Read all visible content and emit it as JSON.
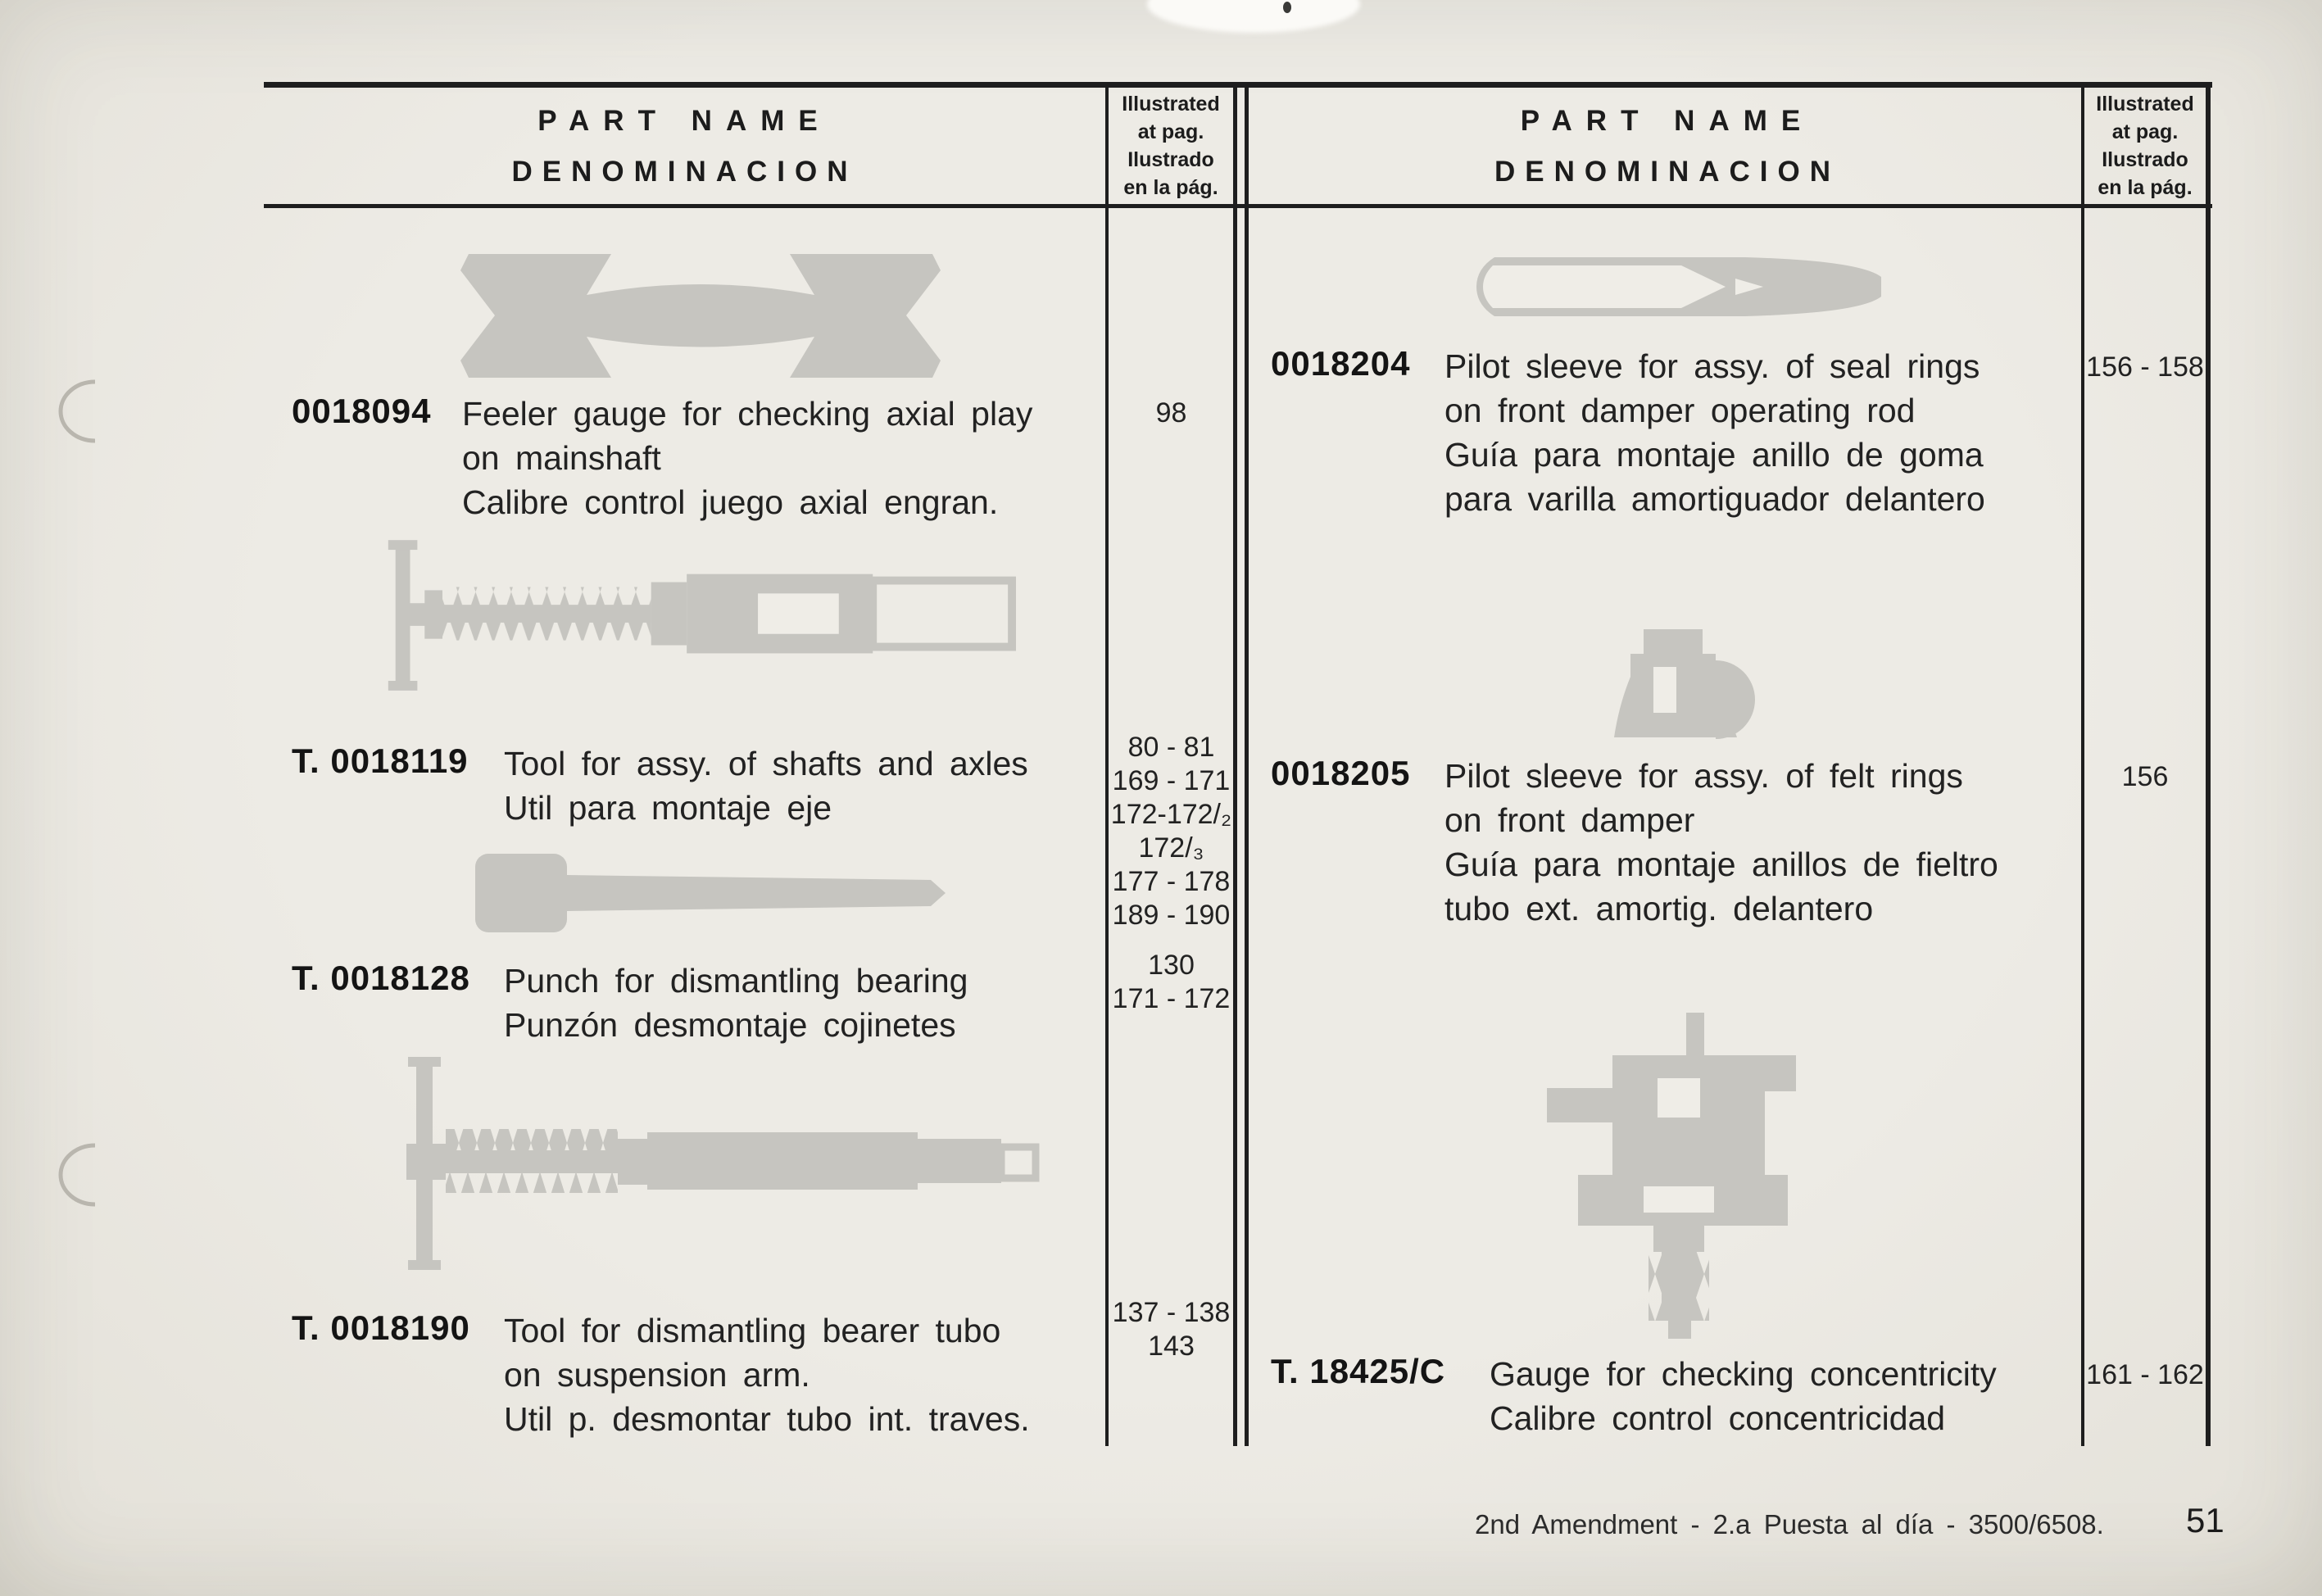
{
  "colors": {
    "ink": "#1e1e1e",
    "illustration": "#c6c5c0",
    "paper": "#eae7e0"
  },
  "headers": {
    "part_name": "PART NAME",
    "denominacion": "DENOMINACION",
    "illustrated_lines": [
      "Illustrated",
      "at pag.",
      "Ilustrado",
      "en la pág."
    ]
  },
  "left_column": {
    "rows": [
      {
        "part_number": "0018094",
        "description": [
          "Feeler gauge for checking axial play",
          "on mainshaft",
          "Calibre control juego axial engran."
        ],
        "pages": [
          "98"
        ],
        "illustration": "feeler-gauge"
      },
      {
        "part_number": "T. 0018119",
        "description": [
          "Tool for assy. of shafts and axles",
          "Util para montaje eje"
        ],
        "pages": [
          "80 - 81",
          "169 - 171",
          "172-172/₂",
          "172/₃",
          "177 - 178",
          "189 - 190"
        ],
        "illustration": "shaft-assembly-tool"
      },
      {
        "part_number": "T. 0018128",
        "description": [
          "Punch for dismantling bearing",
          "Punzón desmontaje cojinetes"
        ],
        "pages": [
          "130",
          "171 - 172"
        ],
        "illustration": "bearing-punch"
      },
      {
        "part_number": "T. 0018190",
        "description": [
          "Tool for dismantling bearer tubo",
          "on suspension arm.",
          "Util p. desmontar tubo int. traves."
        ],
        "pages": [
          "137 - 138",
          "143"
        ],
        "illustration": "suspension-arm-tool"
      }
    ]
  },
  "right_column": {
    "rows": [
      {
        "part_number": "0018204",
        "description": [
          "Pilot sleeve for assy. of seal rings",
          "on front damper operating rod",
          "Guía para montaje anillo de goma",
          "para varilla amortiguador delantero"
        ],
        "pages": [
          "156 - 158"
        ],
        "illustration": "pilot-sleeve-seal-rings"
      },
      {
        "part_number": "0018205",
        "description": [
          "Pilot sleeve for assy. of felt rings",
          "on front damper",
          "Guía para montaje anillos de fieltro",
          "tubo ext. amortig. delantero"
        ],
        "pages": [
          "156"
        ],
        "illustration": "pilot-sleeve-felt-rings"
      },
      {
        "part_number": "T. 18425/C",
        "description": [
          "Gauge for checking concentricity",
          "Calibre control concentricidad"
        ],
        "pages": [
          "161 - 162"
        ],
        "illustration": "concentricity-gauge"
      }
    ]
  },
  "footer": {
    "amendment": "2nd Amendment - 2.a Puesta al día - 3500/6508.",
    "page_number": "51"
  }
}
